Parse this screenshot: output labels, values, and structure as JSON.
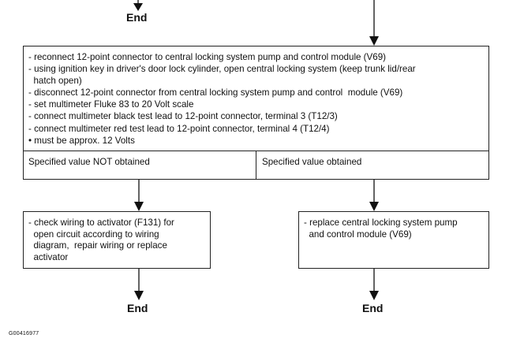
{
  "top_end_label": "End",
  "main_steps": [
    "- reconnect 12-point connector to central locking system pump and control module (V69)",
    "- using ignition key in driver's door lock cylinder, open central locking system (keep trunk lid/rear",
    "  hatch open)",
    "- disconnect 12-point connector from central locking system pump and control  module (V69)",
    "- set multimeter Fluke 83 to 20 Volt scale",
    "- connect multimeter black test lead to 12-point connector, terminal 3 (T12/3)",
    "- connect multimeter red test lead to 12-point connector, terminal 4 (T12/4)",
    "• must be approx. 12 Volts"
  ],
  "conditions": {
    "left": "Specified value NOT obtained",
    "right": "Specified value obtained"
  },
  "left_action": "- check wiring to activator (F131) for\n  open circuit according to wiring\n  diagram,  repair wiring or replace\n  activator",
  "right_action": "- replace central locking system pump\n  and control module (V69)",
  "end_labels": {
    "left": "End",
    "right": "End"
  },
  "figure_id": "G00416977"
}
